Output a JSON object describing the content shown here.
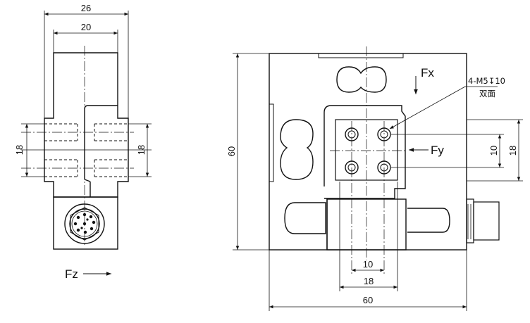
{
  "side_view": {
    "width_outer": "26",
    "width_inner": "20",
    "height_left": "18",
    "height_right": "18",
    "force_label": "Fz"
  },
  "front_view": {
    "height_total": "60",
    "width_total": "60",
    "hole_spacing_h": "10",
    "hole_span_h": "18",
    "hole_spacing_v": "10",
    "hole_span_v": "18",
    "force_x": "Fx",
    "force_y": "Fy",
    "thread_spec": "4-M5↧10",
    "thread_note": "双面"
  }
}
